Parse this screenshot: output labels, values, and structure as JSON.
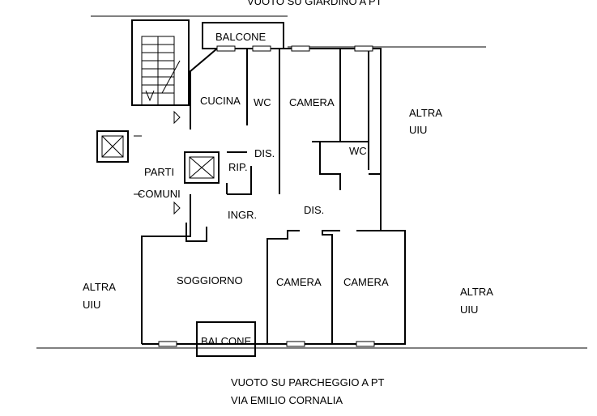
{
  "top_note": "VUOTO SU GIARDINO A PT",
  "bottom_note_1": "VUOTO SU PARCHEGGIO A PT",
  "bottom_note_2": "VIA EMILIO CORNALIA",
  "rooms": {
    "balcone_top": "BALCONE",
    "cucina": "CUCINA",
    "wc_1": "WC",
    "camera_1": "CAMERA",
    "wc_2": "WC",
    "dis_1": "DIS.",
    "rip": "RIP.",
    "parti": "PARTI",
    "comuni": "COMUNI",
    "ingr": "INGR.",
    "dis_2": "DIS.",
    "soggiorno": "SOGGIORNO",
    "camera_2": "CAMERA",
    "camera_3": "CAMERA",
    "balcone_bottom": "BALCONE"
  },
  "neighbours": {
    "right_top_1": "ALTRA",
    "right_top_2": "UIU",
    "left_1": "ALTRA",
    "left_2": "UIU",
    "right_bottom_1": "ALTRA",
    "right_bottom_2": "UIU"
  }
}
